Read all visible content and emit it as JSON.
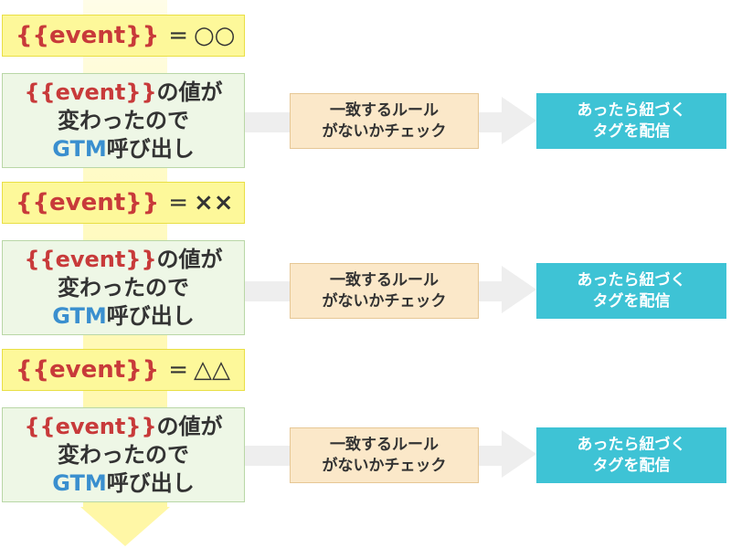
{
  "colors": {
    "flow_arrow": "#fff7a6",
    "event_box": "#fdf89a",
    "event_token": "#c83a3a",
    "gtm_text": "#3a8fcf",
    "call_box": "#eef7e6",
    "check_box": "#fbe8c9",
    "delivery_box": "#3ec3d5",
    "side_arrow": "#eeeeee"
  },
  "rows": [
    {
      "event": {
        "token": "{{event}}",
        "eq": "=",
        "value": "○○"
      },
      "call": {
        "token": "{{event}}",
        "line1_rest": "の値が",
        "line2": "変わったので",
        "gtm": "GTM",
        "line3_rest": "呼び出し"
      },
      "check": {
        "line1": "一致するルール",
        "line2": "がないかチェック"
      },
      "deliver": {
        "line1": "あったら紐づく",
        "line2": "タグを配信"
      }
    },
    {
      "event": {
        "token": "{{event}}",
        "eq": "=",
        "value": "××"
      },
      "call": {
        "token": "{{event}}",
        "line1_rest": "の値が",
        "line2": "変わったので",
        "gtm": "GTM",
        "line3_rest": "呼び出し"
      },
      "check": {
        "line1": "一致するルール",
        "line2": "がないかチェック"
      },
      "deliver": {
        "line1": "あったら紐づく",
        "line2": "タグを配信"
      }
    },
    {
      "event": {
        "token": "{{event}}",
        "eq": "=",
        "value": "△△"
      },
      "call": {
        "token": "{{event}}",
        "line1_rest": "の値が",
        "line2": "変わったので",
        "gtm": "GTM",
        "line3_rest": "呼び出し"
      },
      "check": {
        "line1": "一致するルール",
        "line2": "がないかチェック"
      },
      "deliver": {
        "line1": "あったら紐づく",
        "line2": "タグを配信"
      }
    }
  ]
}
